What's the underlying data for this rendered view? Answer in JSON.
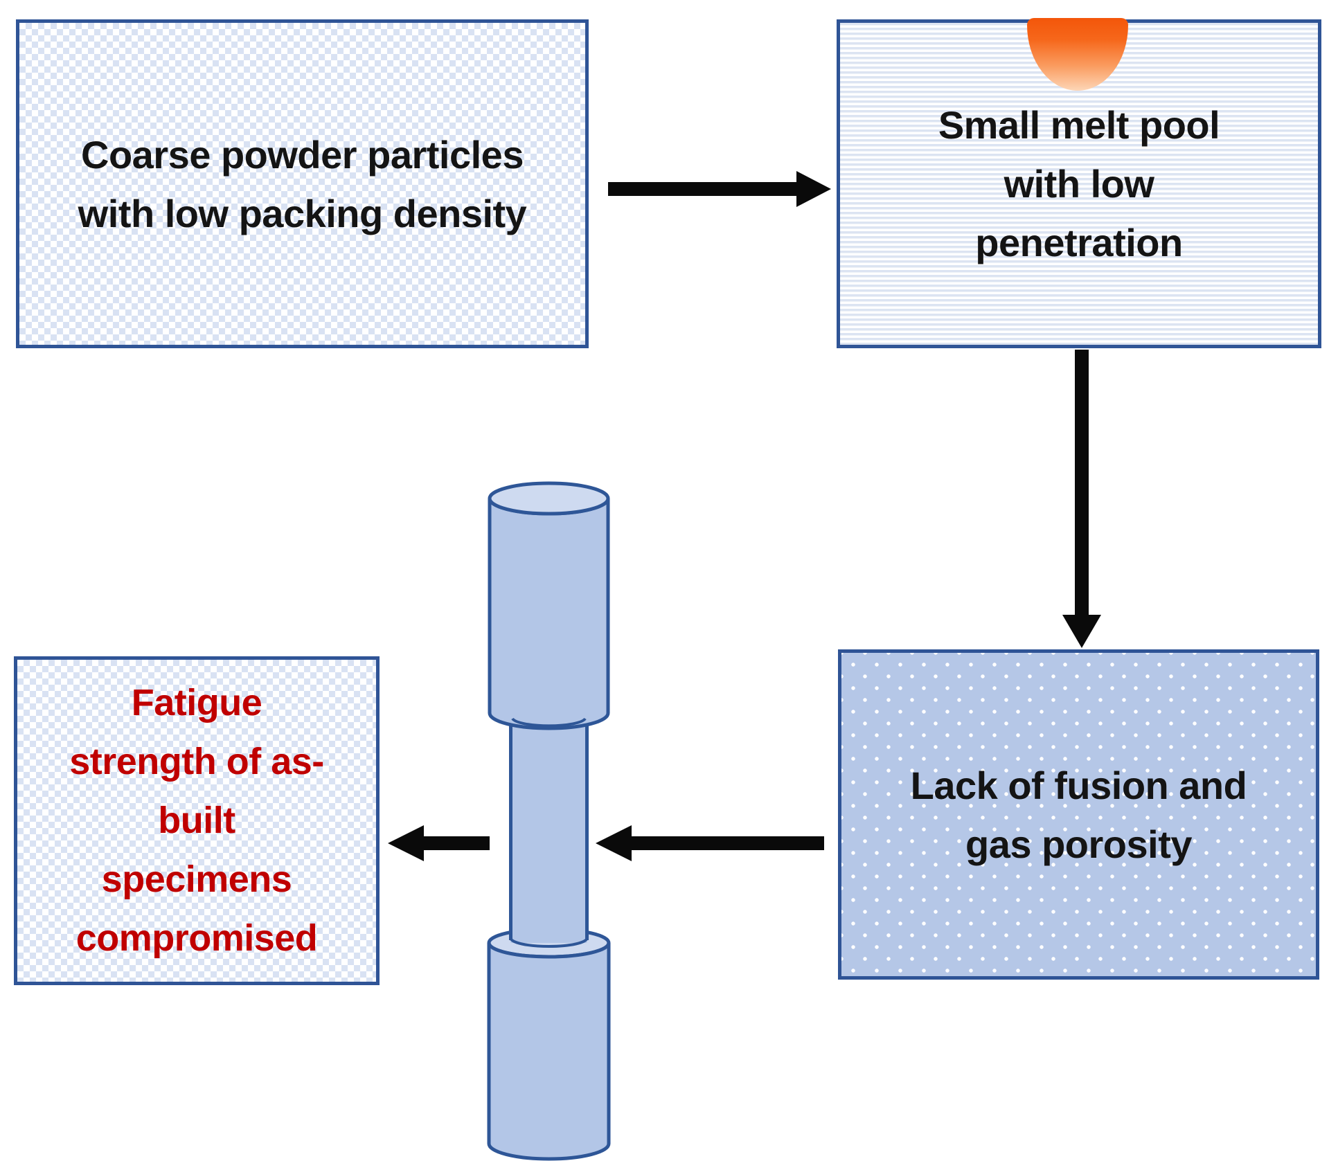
{
  "boxes": {
    "coarse_powder": {
      "lines": [
        "Coarse powder particles",
        "with low packing density"
      ],
      "text_color": "#141414",
      "fill_pattern": "light-blue-checker"
    },
    "melt_pool": {
      "lines": [
        "Small melt pool",
        "with low",
        "penetration"
      ],
      "text_color": "#141414",
      "fill_pattern": "light-blue-horizontal-stripes"
    },
    "lack_of_fusion": {
      "lines": [
        "Lack of fusion and",
        "gas porosity"
      ],
      "text_color": "#141414",
      "fill_pattern": "medium-blue-white-dots"
    },
    "fatigue_strength": {
      "lines": [
        "Fatigue",
        "strength of as-",
        "built",
        "specimens",
        "compromised"
      ],
      "text_color": "#C00000",
      "fill_pattern": "light-blue-checker"
    }
  },
  "icons": {
    "melt_pool_icon": "orange-gradient-dome",
    "fatigue_specimen_icon": "cylindrical-dog-bone-test-specimen",
    "arrow_icons": [
      "arrow-right",
      "arrow-down",
      "arrow-left",
      "arrow-left"
    ]
  },
  "colors": {
    "box_border": "#2F5496",
    "arrow_black": "#0A0A0A",
    "melt_pool_gradient_top": "#F3560A",
    "melt_pool_gradient_bottom": "#FDD6B7",
    "specimen_body_fill": "#B3C6E7",
    "specimen_top_face_fill": "#CEDAF0",
    "specimen_outline": "#2E5697",
    "pattern_light_blue": "#D9E2F3",
    "pattern_medium_blue": "#B5C7E7",
    "fatigue_text_red": "#C00000"
  }
}
